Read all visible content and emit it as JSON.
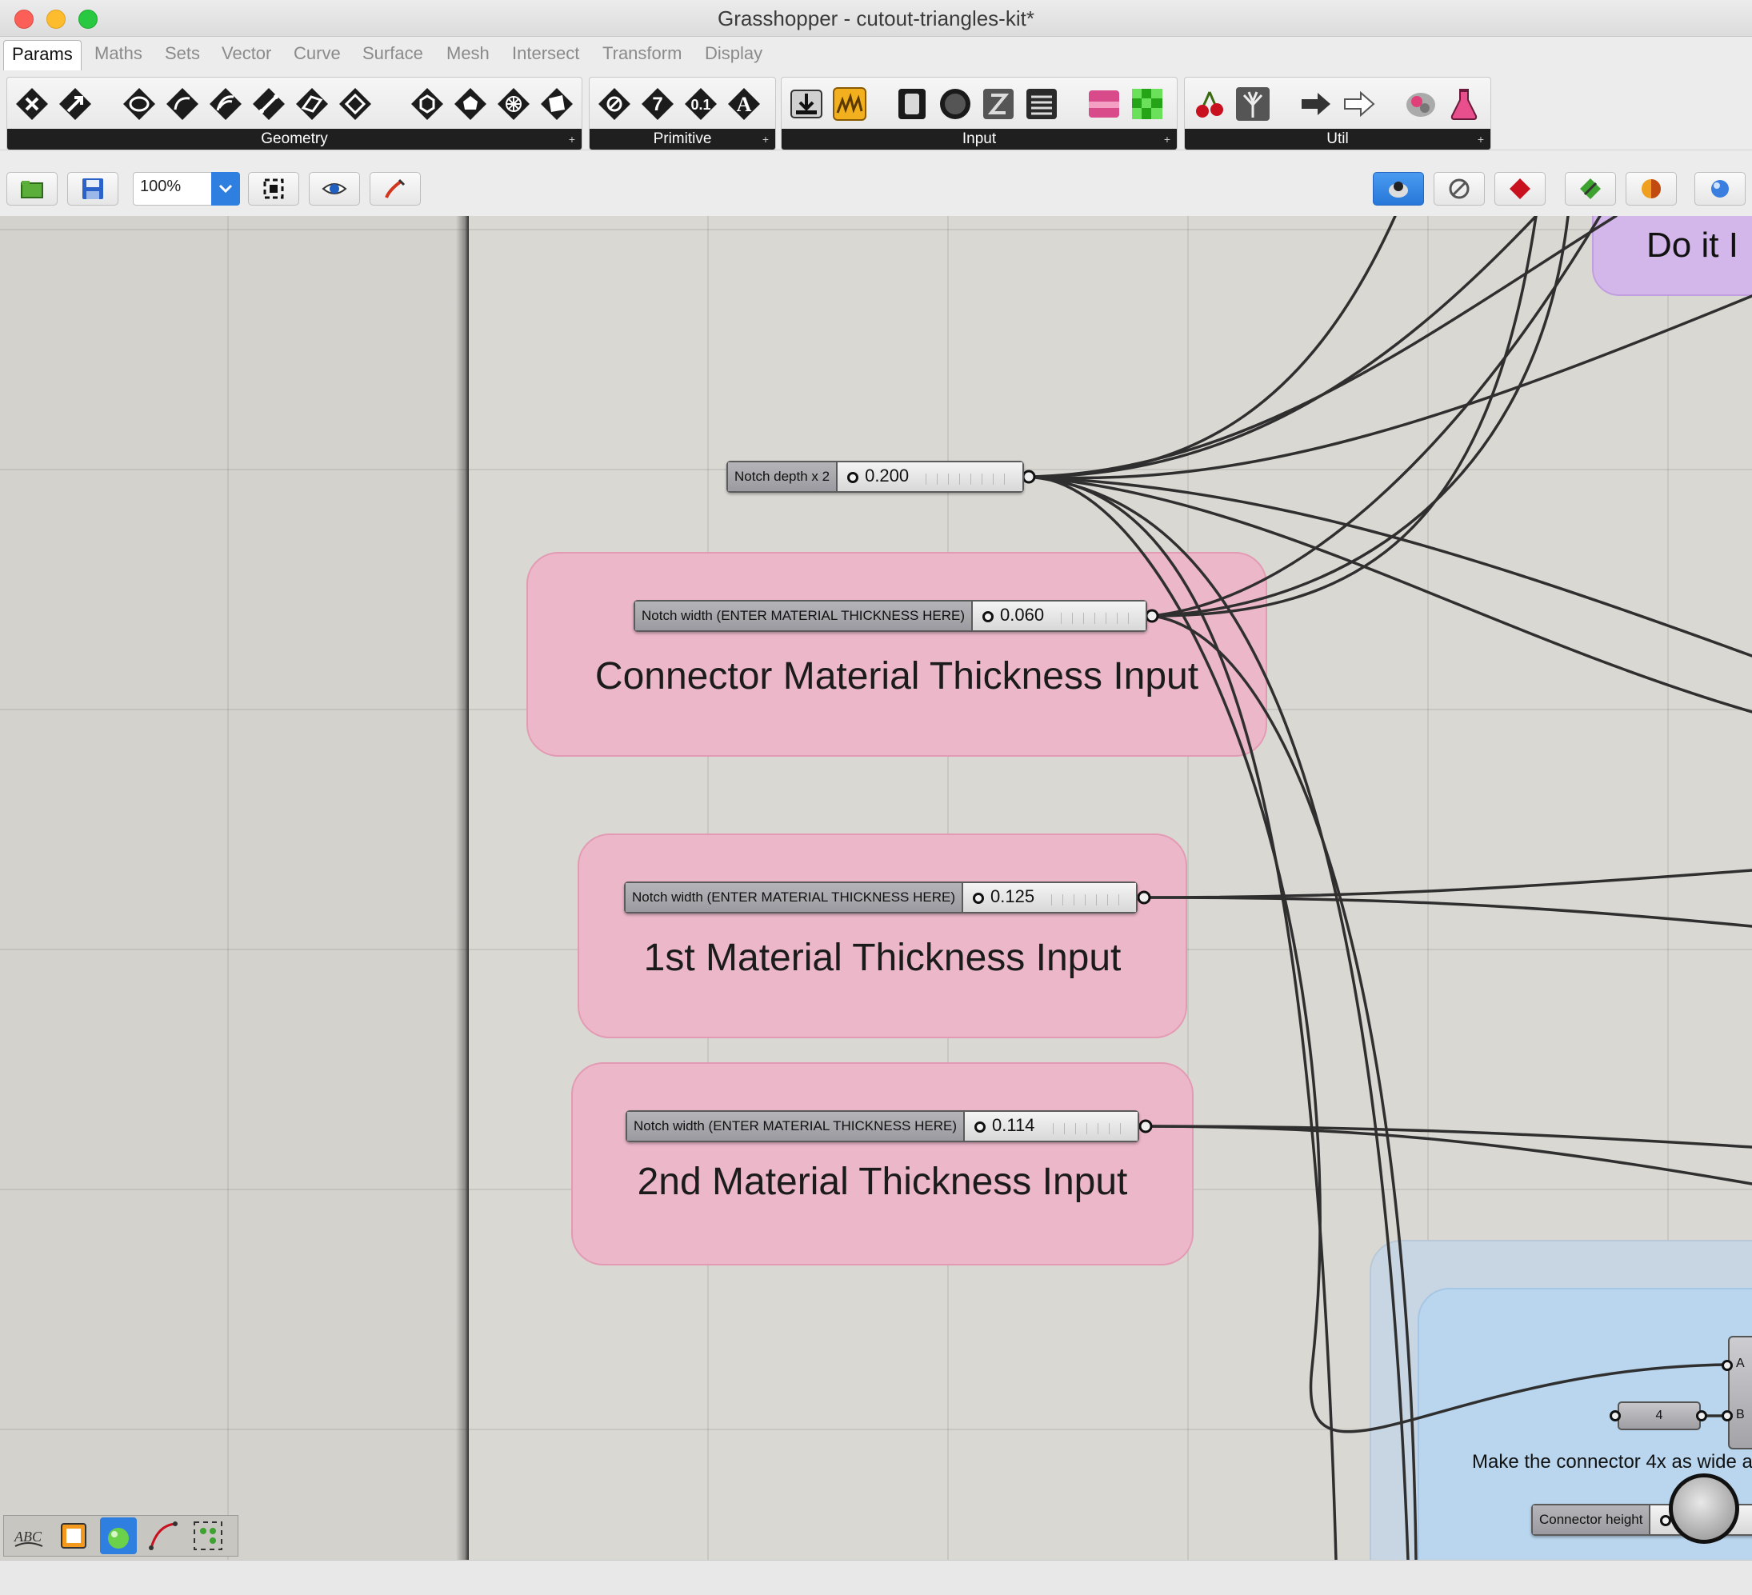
{
  "window": {
    "title": "Grasshopper - cutout-triangles-kit*"
  },
  "menu_tabs": [
    "Params",
    "Maths",
    "Sets",
    "Vector",
    "Curve",
    "Surface",
    "Mesh",
    "Intersect",
    "Transform",
    "Display"
  ],
  "ribbon": {
    "groups": [
      "Geometry",
      "Primitive",
      "Input",
      "Util"
    ],
    "primitive_glyphs": [
      "7",
      "0.1",
      "A"
    ]
  },
  "toolbar": {
    "zoom": "100%"
  },
  "canvas": {
    "purple_group_text": "Do it I",
    "sliders": {
      "notch_depth": {
        "name": "Notch depth x 2",
        "value": "0.200"
      },
      "connector": {
        "name": "Notch width (ENTER MATERIAL THICKNESS HERE)",
        "value": "0.060"
      },
      "first": {
        "name": "Notch width (ENTER MATERIAL THICKNESS HERE)",
        "value": "0.125"
      },
      "second": {
        "name": "Notch width (ENTER MATERIAL THICKNESS HERE)",
        "value": "0.114"
      },
      "connector_height": {
        "name": "Connector height"
      }
    },
    "groups": {
      "connector": "Connector Material Thickness Input",
      "first": "1st Material Thickness Input",
      "second": "2nd Material Thickness Input"
    },
    "blue_group": {
      "panel_value": "4",
      "input_a": "A",
      "input_b": "B",
      "note": "Make the connector 4x as wide a"
    },
    "widget_label": "ABC"
  },
  "colors": {
    "pink_group": "#ebb7c9",
    "purple_group": "#d3b6ea",
    "blue_group": "#b9d6ee",
    "accent_blue": "#2f7fe0"
  }
}
